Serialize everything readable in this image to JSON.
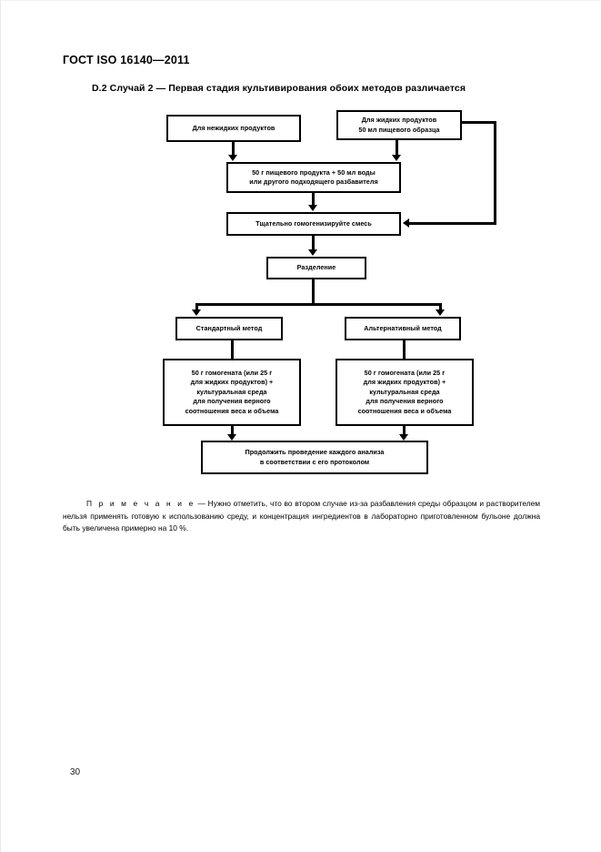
{
  "document": {
    "header": "ГОСТ ISO 16140—2011",
    "section_heading": "D.2  Случай 2  — Первая стадия культивирования обоих методов различается",
    "page_number": "30"
  },
  "flowchart": {
    "boxes": {
      "solid_products": "Для нежидких продуктов",
      "liquid_products": "Для жидких продуктов\n50 мл пищевого образца",
      "mix": "50 г пищевого продукта + 50 мл воды\nили другого подходящего разбавителя",
      "homogenize": "Тщательно гомогенизируйте смесь",
      "separation": "Разделение",
      "standard_method": "Стандартный метод",
      "alternative_method": "Альтернативный метод",
      "homogenate_standard": "50 г гомогената (или 25 г\nдля жидких продуктов) +\nкультуральная среда\nдля получения верного\nсоотношения веса и объема",
      "homogenate_alternative": "50 г гомогената (или 25 г\nдля жидких продуктов) +\nкультуральная среда\nдля получения верного\nсоотношения веса и объема",
      "continue_analysis": "Продолжить проведение каждого анализа\nв соответствии с его протоколом"
    }
  },
  "note": {
    "label": "П р и м е ч а н и е",
    "dash": " — ",
    "text": "Нужно отметить, что во втором случае из-за разбавления среды образцом и растворителем нельзя применять готовую к использованию среду, и концентрация ингредиентов в лабораторно приготовленном бульоне должна быть увеличена примерно на 10 %."
  },
  "colors": {
    "ink": "#000000",
    "paper": "#ffffff"
  }
}
